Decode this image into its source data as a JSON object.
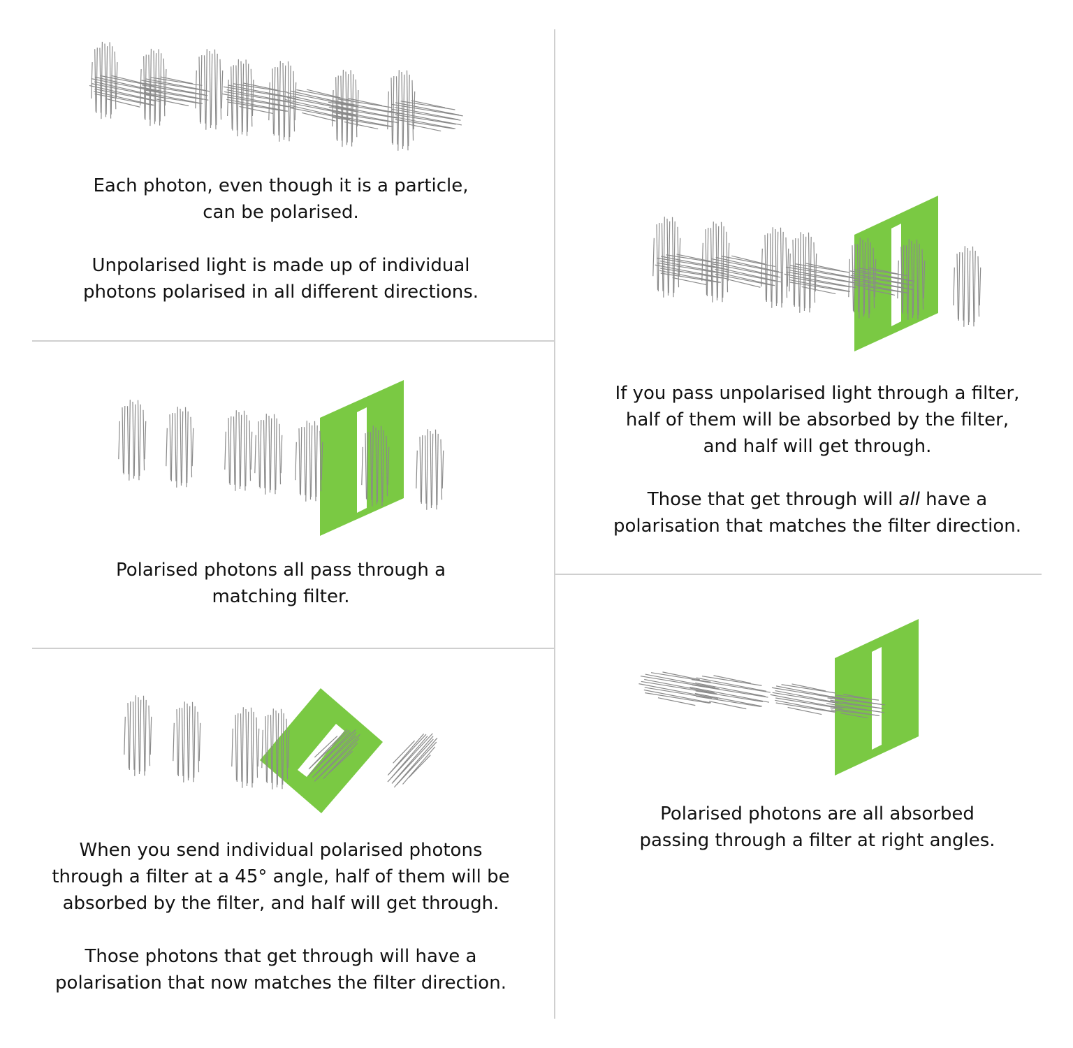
{
  "colors": {
    "filter": "#7ac943",
    "wave": "#8a8a8a",
    "divider": "#cfcfcf",
    "text": "#111111"
  },
  "panels": {
    "unpolarised": {
      "line1": "Each photon, even though it is a particle,",
      "line2": "can be polarised.",
      "line3": "Unpolarised light is made up of individual",
      "line4": "photons polarised in all different directions."
    },
    "matching": {
      "line1": "Polarised photons all pass through a",
      "line2": "matching filter."
    },
    "angle45": {
      "line1": "When you send individual polarised photons",
      "line2": "through a filter at a 45° angle, half of them will be",
      "line3": "absorbed by the filter, and half will get through.",
      "line4": "Those photons that get through will have a",
      "line5": "polarisation that now matches the filter direction."
    },
    "unpolarised_filter": {
      "line1": "If you pass unpolarised light through a filter,",
      "line2": "half of them will be absorbed by the filter,",
      "line3": "and half will get through.",
      "line4_pre": "Those that get through will ",
      "line4_em": "all",
      "line4_post": " have a",
      "line5": "polarisation that matches the filter direction."
    },
    "right_angles": {
      "line1": "Polarised photons are all absorbed",
      "line2": "passing through a filter at right angles."
    }
  }
}
